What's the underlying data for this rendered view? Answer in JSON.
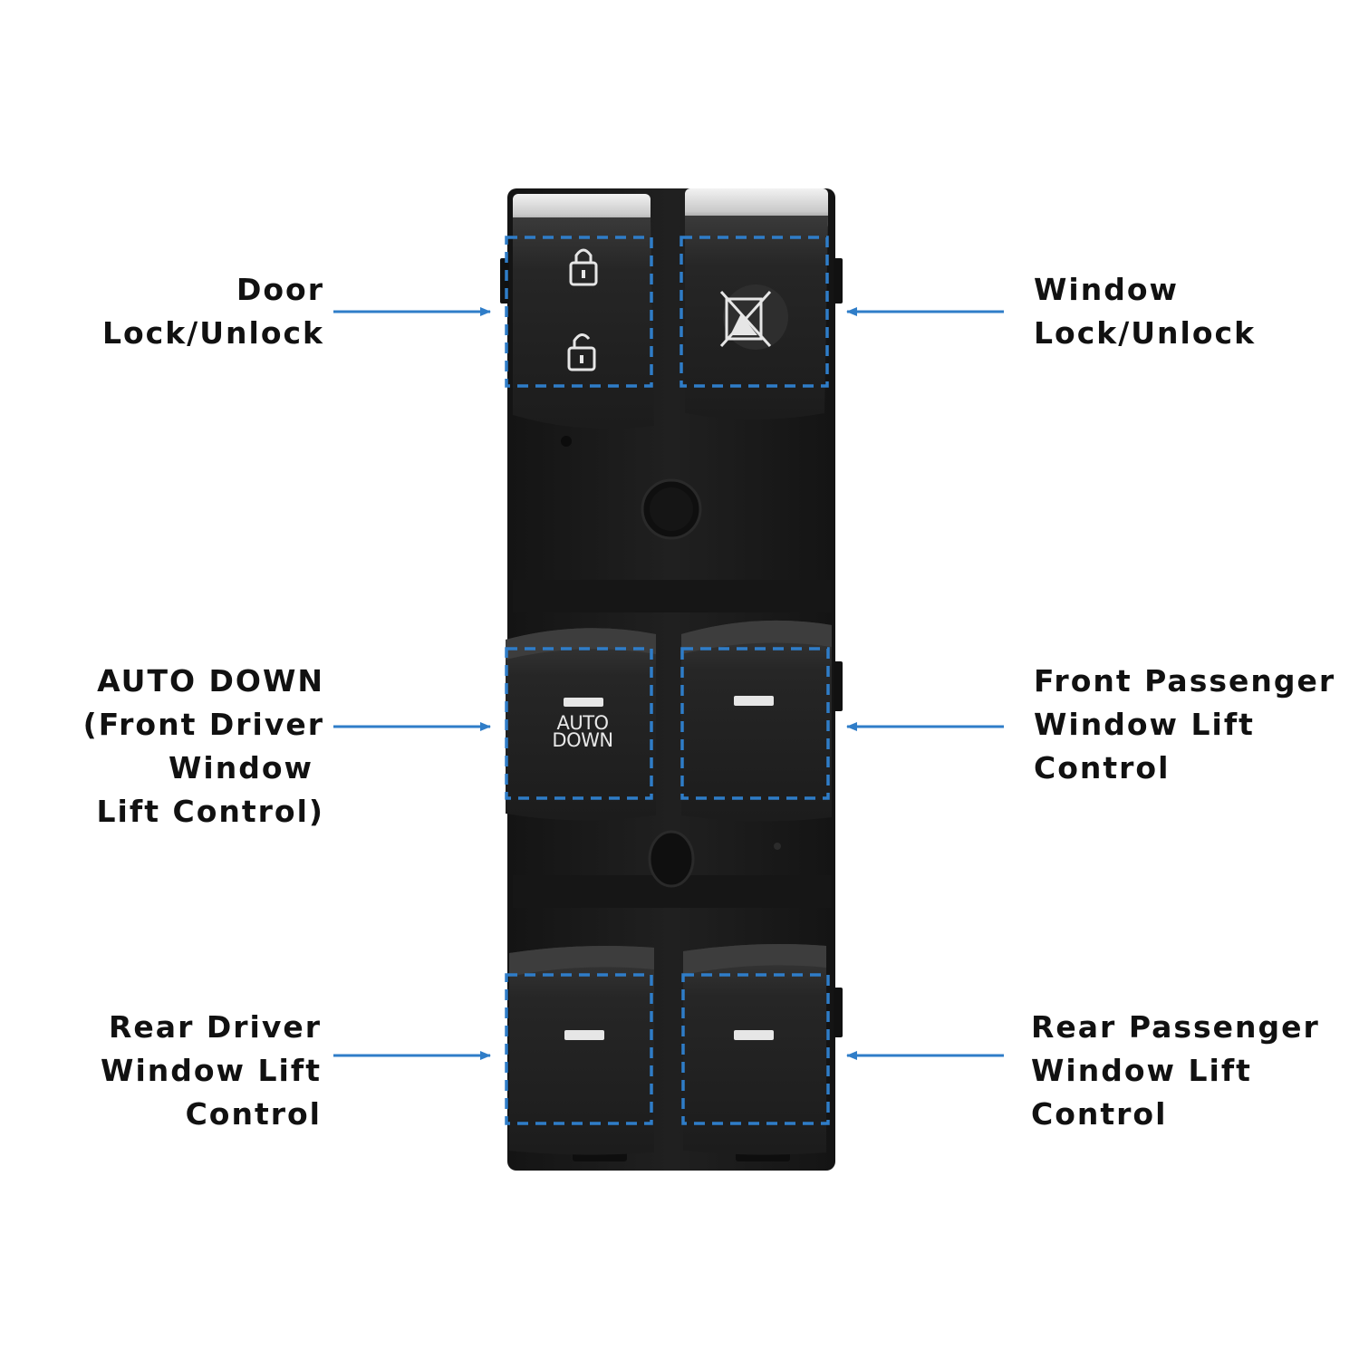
{
  "colors": {
    "accent": "#2f7dc8",
    "housing": "#1a1a1a",
    "button": "#222222",
    "background": "#ffffff",
    "text": "#111111"
  },
  "labels": {
    "door_lock": {
      "line1": "Door",
      "line2": "Lock/Unlock"
    },
    "window_lock": {
      "line1": "Window",
      "line2": "Lock/Unlock"
    },
    "auto_down": {
      "line1": "AUTO DOWN",
      "line2": "(Front Driver",
      "line3": "Window",
      "line4": "Lift Control)"
    },
    "front_passenger": {
      "line1": "Front Passenger",
      "line2": "Window Lift",
      "line3": "Control"
    },
    "rear_driver": {
      "line1": "Rear Driver",
      "line2": "Window Lift",
      "line3": "Control"
    },
    "rear_passenger": {
      "line1": "Rear Passenger",
      "line2": "Window Lift",
      "line3": "Control"
    }
  },
  "switch": {
    "auto_button_line1": "AUTO",
    "auto_button_line2": "DOWN",
    "icons": {
      "door_lock": "lock-closed-icon",
      "door_unlock": "lock-open-icon",
      "window_lock": "window-lock-icon",
      "window_bar": "indicator-bar-icon"
    }
  }
}
